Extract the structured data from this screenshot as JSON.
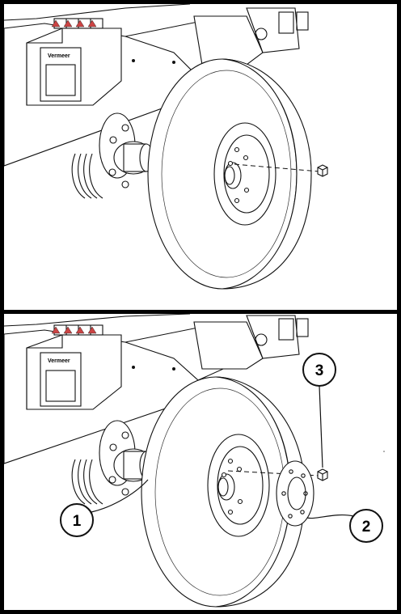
{
  "figure": {
    "brand_label": "Vermeer",
    "callouts": [
      {
        "number": "1",
        "part": "tire"
      },
      {
        "number": "2",
        "part": "hub-adapter-plate"
      },
      {
        "number": "3",
        "part": "lug-nut"
      }
    ]
  }
}
